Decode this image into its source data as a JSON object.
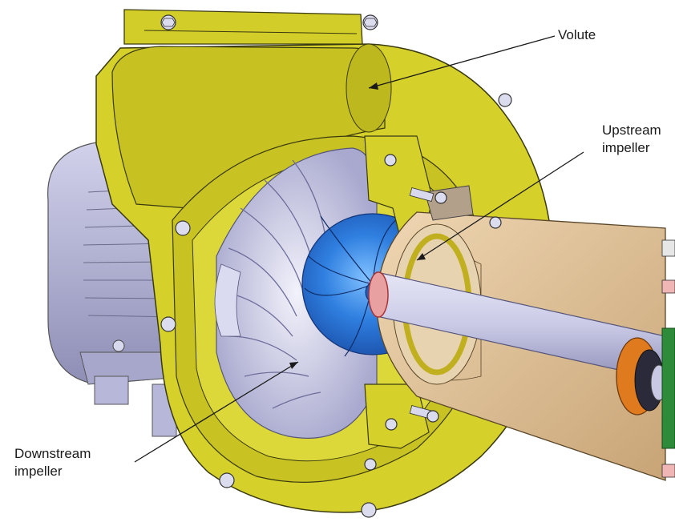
{
  "labels": {
    "volute": "Volute",
    "upstream": [
      "Upstream",
      "impeller"
    ],
    "downstream": [
      "Downstream",
      "impeller"
    ]
  },
  "colors": {
    "housing_yellow": "#d6d12a",
    "housing_edge": "#3a3a10",
    "impeller_blue": "#2f7fe0",
    "motor_lavender": "#b9b9d9",
    "shaft": "#c9c9e6",
    "cone_tan": "#d9b98c",
    "coupling_orange": "#e07a1f",
    "green_part": "#2e8b3a"
  },
  "icons": [
    "bolt-icon",
    "arrow-icon"
  ]
}
